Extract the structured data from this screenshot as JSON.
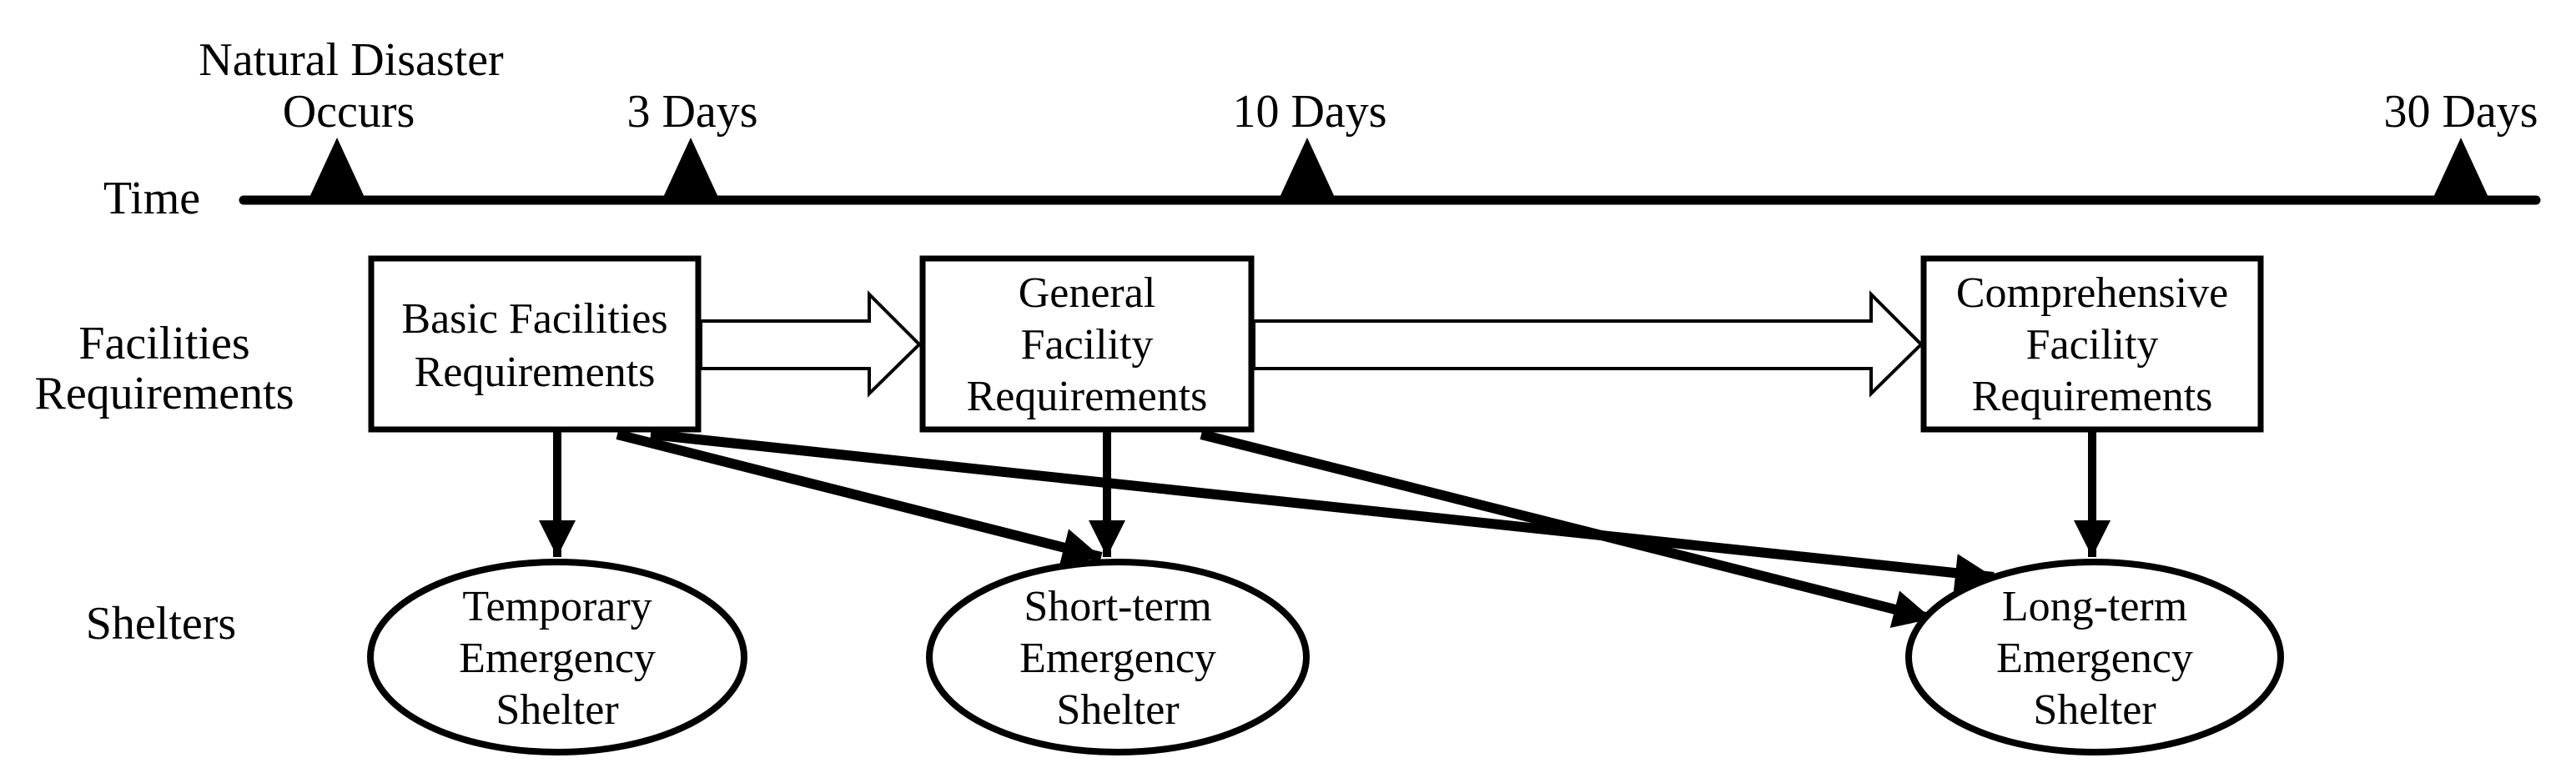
{
  "colors": {
    "ink": "#000000",
    "background": "#ffffff"
  },
  "timeline": {
    "axis_label": "Time",
    "markers": [
      {
        "lines": [
          "Natural Disaster",
          "Occurs"
        ]
      },
      {
        "lines": [
          "3 Days"
        ]
      },
      {
        "lines": [
          "10 Days"
        ]
      },
      {
        "lines": [
          "30 Days"
        ]
      }
    ]
  },
  "row_labels": {
    "facilities": {
      "lines": [
        "Facilities",
        "Requirements"
      ]
    },
    "shelters": "Shelters"
  },
  "facility_boxes": [
    {
      "lines": [
        "Basic Facilities",
        "Requirements"
      ]
    },
    {
      "lines": [
        "General",
        "Facility",
        "Requirements"
      ]
    },
    {
      "lines": [
        "Comprehensive",
        "Facility",
        "Requirements"
      ]
    }
  ],
  "shelter_nodes": [
    {
      "lines": [
        "Temporary",
        "Emergency",
        "Shelter"
      ]
    },
    {
      "lines": [
        "Short-term",
        "Emergency",
        "Shelter"
      ]
    },
    {
      "lines": [
        "Long-term",
        "Emergency",
        "Shelter"
      ]
    }
  ]
}
